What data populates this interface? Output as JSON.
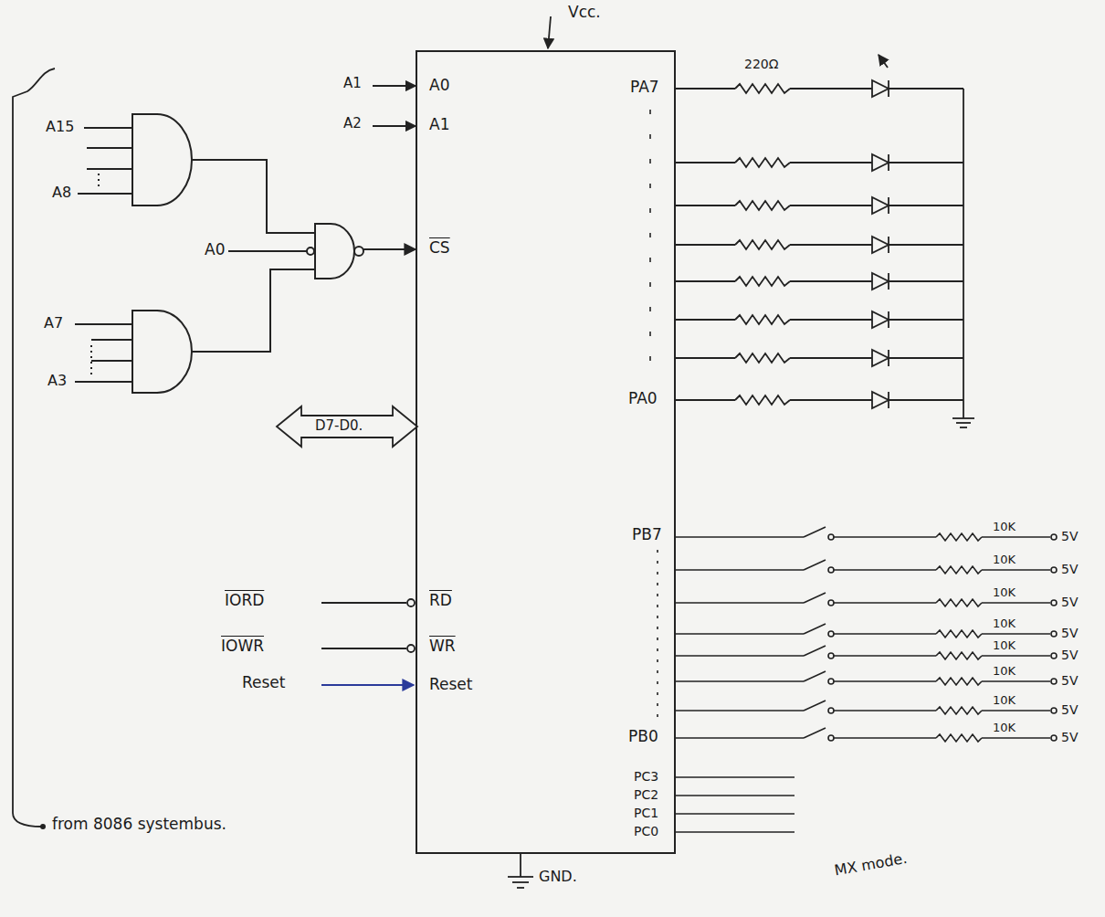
{
  "diagram": {
    "nodes": [
      {
        "text": [
          "A0",
          "A1",
          "CS",
          "RD",
          "WR",
          "Reset",
          "PA7",
          "PA0",
          "PB7",
          "PB0",
          "PC3",
          "PC2",
          "PC1",
          "PC0"
        ]
      }
    ],
    "labels": [
      "Vcc.",
      "A15",
      "A8",
      "A0",
      "A7",
      "A3",
      "A1",
      "A2",
      "D7-D0.",
      "IORD",
      "IOWR",
      "Reset",
      "220Ω",
      "10K",
      "10K",
      "10K",
      "10K",
      "10K",
      "10K",
      "10K",
      "10K",
      "5V",
      "5V",
      "5V",
      "5V",
      "5V",
      "5V",
      "5V",
      "5V",
      "GND.",
      "from 8086 systembus.",
      "MX mode."
    ]
  }
}
